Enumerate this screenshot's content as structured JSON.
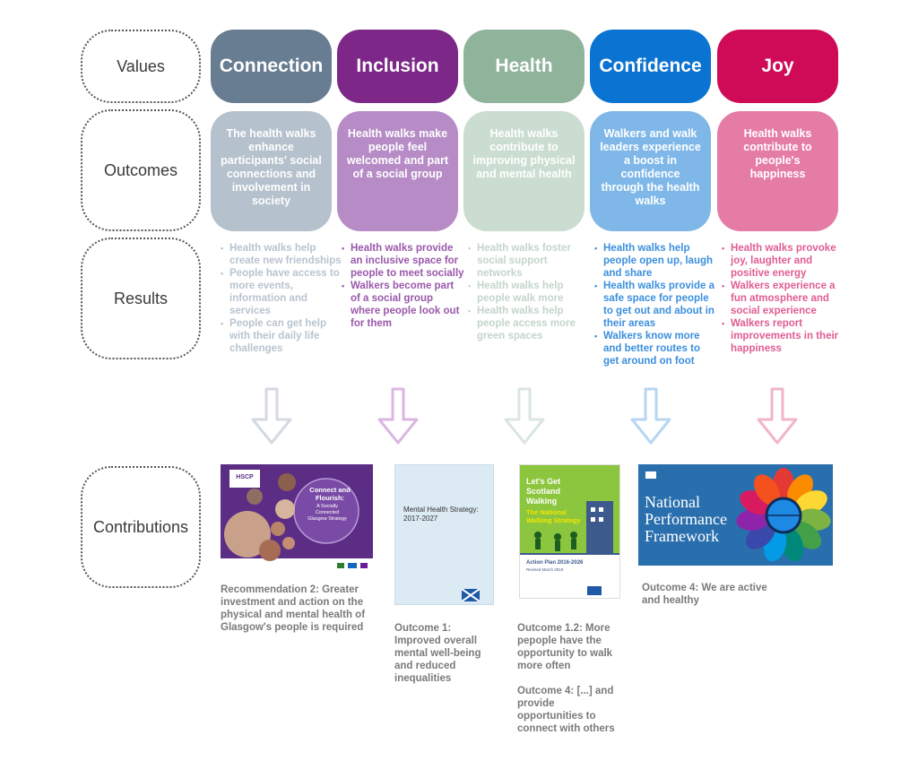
{
  "rows": {
    "values": "Values",
    "outcomes": "Outcomes",
    "results": "Results",
    "contributions": "Contributions"
  },
  "columns": [
    {
      "value": "Connection",
      "outcome": "The health walks enhance participants' social connections and involvement in society",
      "results": [
        "Health walks help create new friendships",
        "People have access to more events, information and services",
        "People can get help with their daily life challenges"
      ]
    },
    {
      "value": "Inclusion",
      "outcome": "Health walks make people feel welcomed and part of a social group",
      "results": [
        "Health walks provide an inclusive space for people to meet socially",
        "Walkers become part of a social group where people look out for them"
      ]
    },
    {
      "value": "Health",
      "outcome": "Health walks contribute to improving physical and mental health",
      "results": [
        "Health walks foster social support networks",
        "Health walks help people walk more",
        "Health walks help people access more green spaces"
      ]
    },
    {
      "value": "Confidence",
      "outcome": "Walkers and walk leaders experience a boost in confidence through the health walks",
      "results": [
        "Health walks help people open up, laugh and share",
        "Health walks provide a safe space for people to get out and about in their areas",
        "Walkers know more and better routes to get around on foot"
      ]
    },
    {
      "value": "Joy",
      "outcome": "Health walks contribute to people's happiness",
      "results": [
        "Health walks provoke joy, laughter and positive energy",
        "Walkers experience a fun atmosphere and social experience",
        "Walkers report improvements in their happiness"
      ]
    }
  ],
  "colors": {
    "value": [
      "#687d92",
      "#7d2889",
      "#8fb39b",
      "#0b73d1",
      "#cf0b57"
    ],
    "outcome": [
      "#b5c1cc",
      "#b68bc6",
      "#cbddd0",
      "#7fb8e8",
      "#e57ca6"
    ],
    "results": [
      "#b9c4cf",
      "#9a58ab",
      "#c4d5ca",
      "#3b8fdd",
      "#e05d92"
    ],
    "arrow": [
      "#d3dae1",
      "#dcb6e3",
      "#dbe6df",
      "#b7d6f2",
      "#f0b5cb"
    ]
  },
  "contributions": {
    "captions": [
      "Recommendation 2: Greater investment and action on the physical and mental health of Glasgow's people is required",
      "Outcome 1: Improved overall mental well-being and reduced inequalities",
      "Outcome 1.2: More pepople have the opportunity to walk more often",
      "Outcome 4: [...] and provide opportunities to connect with others",
      "Outcome 4: We are active and healthy"
    ],
    "docs": {
      "glasgow": {
        "title": "Connect and Flourish:",
        "subtitle": "A Socially Connected Glasgow Strategy",
        "logo": "HSCP"
      },
      "mental_health": {
        "title": "Mental Health Strategy:",
        "years": "2017-2027"
      },
      "walking": {
        "line1": "Let's Get",
        "line2": "Scotland",
        "line3": "Walking",
        "line4": "The National",
        "line5": "Walking Strategy",
        "plan": "Action Plan 2016-2026",
        "revised": "Revised March 2019"
      },
      "npf": {
        "line1": "National",
        "line2": "Performance",
        "line3": "Framework"
      }
    }
  }
}
